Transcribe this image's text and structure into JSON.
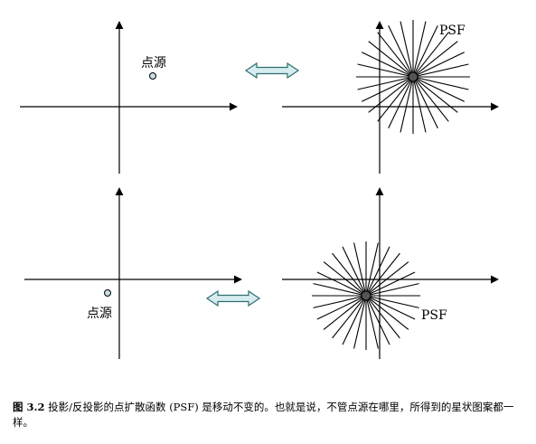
{
  "figure": {
    "point_source_label": "点源",
    "psf_label": "PSF"
  },
  "caption": {
    "figure_number": "图 3.2",
    "text": "投影/反投影的点扩散函数 (PSF) 是移动不变的。也就是说，不管点源在哪里，所得到的星状图案都一样。"
  },
  "colors": {
    "line": "#000000",
    "arrow_fill": "#d6ecee",
    "arrow_stroke": "#2f6f72",
    "dot_fill": "#c8dfe2",
    "dot_stroke": "#000000"
  }
}
